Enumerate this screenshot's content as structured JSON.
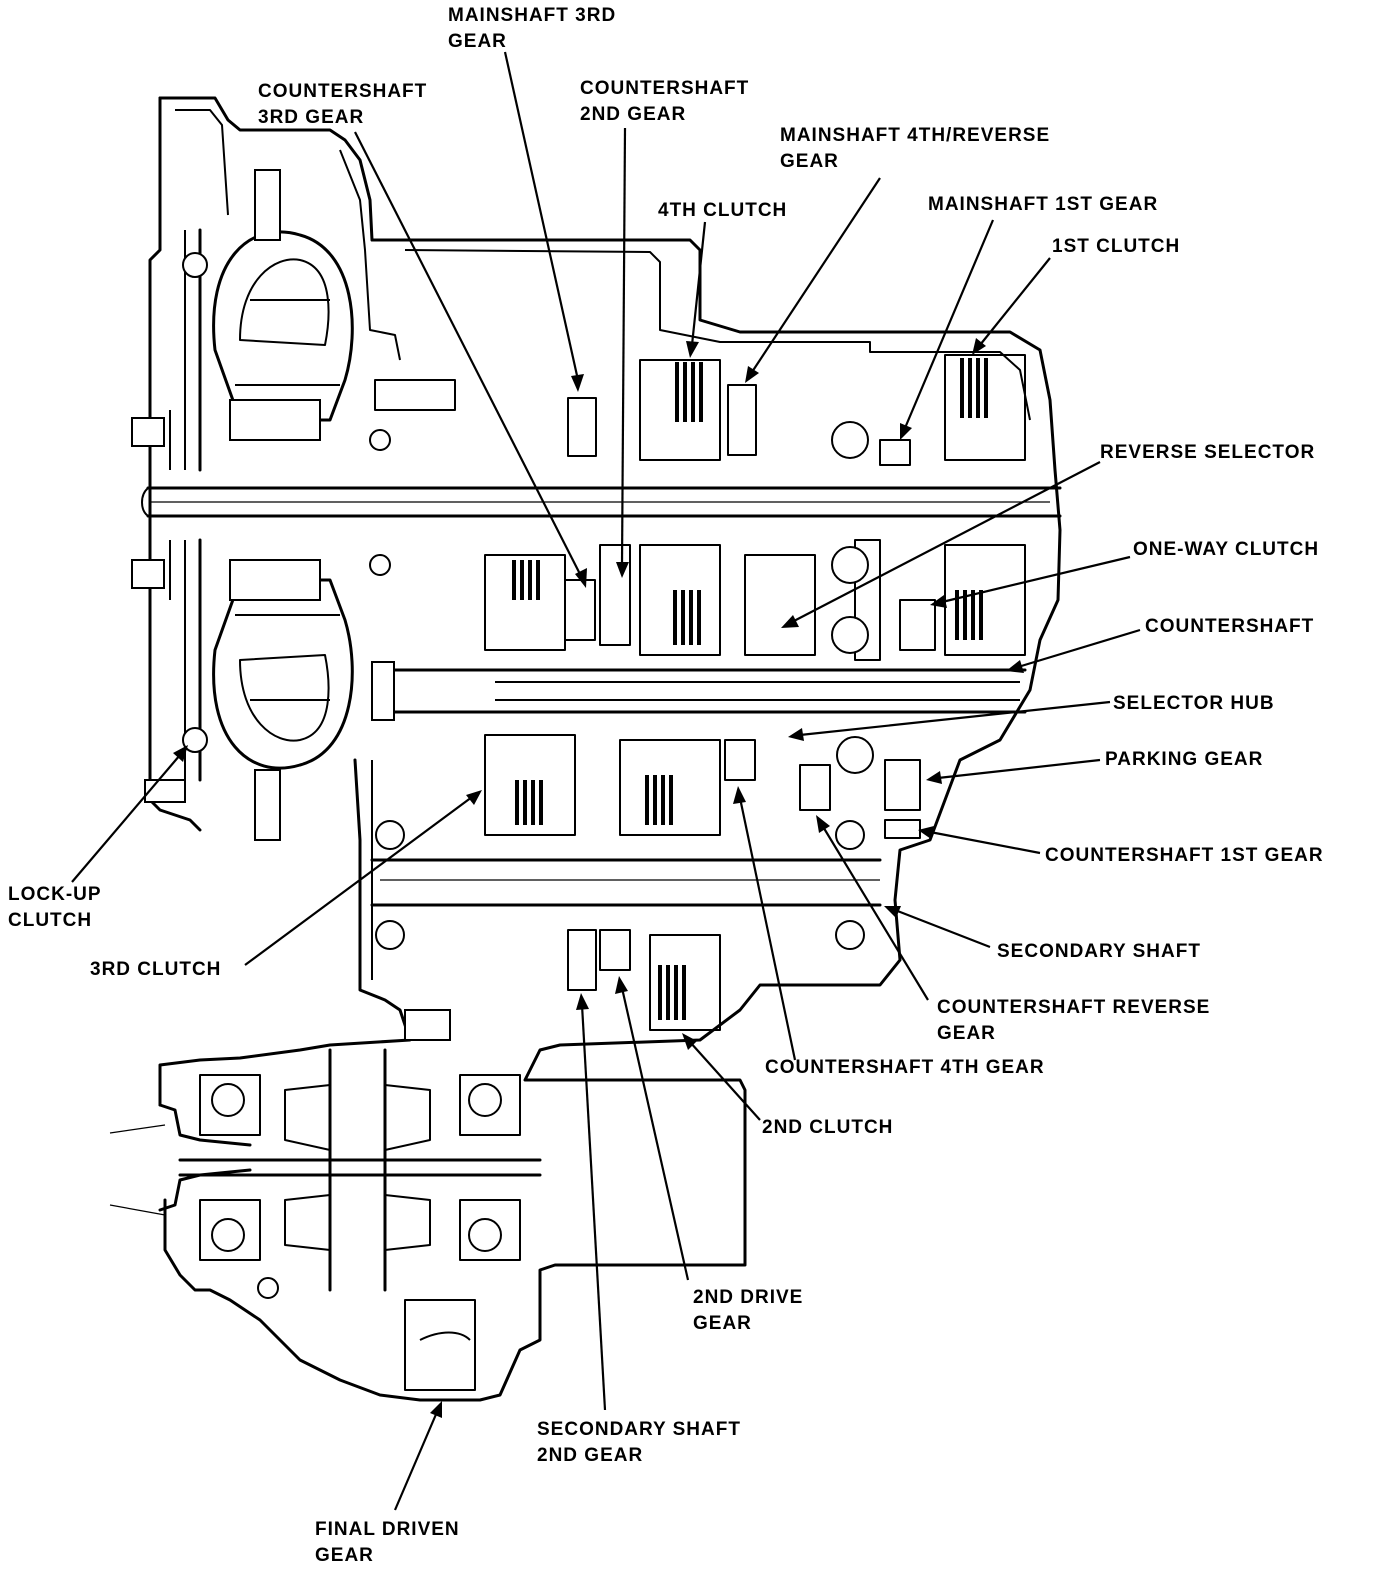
{
  "labels": {
    "mainshaft_3rd_gear": [
      "MAINSHAFT 3RD",
      "GEAR"
    ],
    "countershaft_3rd_gear": [
      "COUNTERSHAFT",
      "3RD GEAR"
    ],
    "countershaft_2nd_gear": [
      "COUNTERSHAFT",
      "2ND GEAR"
    ],
    "mainshaft_4th_reverse_gear": [
      "MAINSHAFT 4TH/REVERSE",
      "GEAR"
    ],
    "fourth_clutch": [
      "4TH CLUTCH"
    ],
    "mainshaft_1st_gear": [
      "MAINSHAFT 1ST GEAR"
    ],
    "first_clutch": [
      "1ST CLUTCH"
    ],
    "reverse_selector": [
      "REVERSE SELECTOR"
    ],
    "one_way_clutch": [
      "ONE-WAY CLUTCH"
    ],
    "countershaft": [
      "COUNTERSHAFT"
    ],
    "selector_hub": [
      "SELECTOR HUB"
    ],
    "parking_gear": [
      "PARKING GEAR"
    ],
    "countershaft_1st_gear": [
      "COUNTERSHAFT 1ST GEAR"
    ],
    "lock_up_clutch": [
      "LOCK-UP",
      "CLUTCH"
    ],
    "third_clutch": [
      "3RD CLUTCH"
    ],
    "secondary_shaft": [
      "SECONDARY SHAFT"
    ],
    "countershaft_reverse_gear": [
      "COUNTERSHAFT REVERSE",
      "GEAR"
    ],
    "countershaft_4th_gear": [
      "COUNTERSHAFT 4TH GEAR"
    ],
    "second_clutch": [
      "2ND CLUTCH"
    ],
    "second_drive_gear": [
      "2ND DRIVE",
      "GEAR"
    ],
    "secondary_shaft_2nd_gear": [
      "SECONDARY SHAFT",
      "2ND GEAR"
    ],
    "final_driven_gear": [
      "FINAL DRIVEN",
      "GEAR"
    ]
  }
}
